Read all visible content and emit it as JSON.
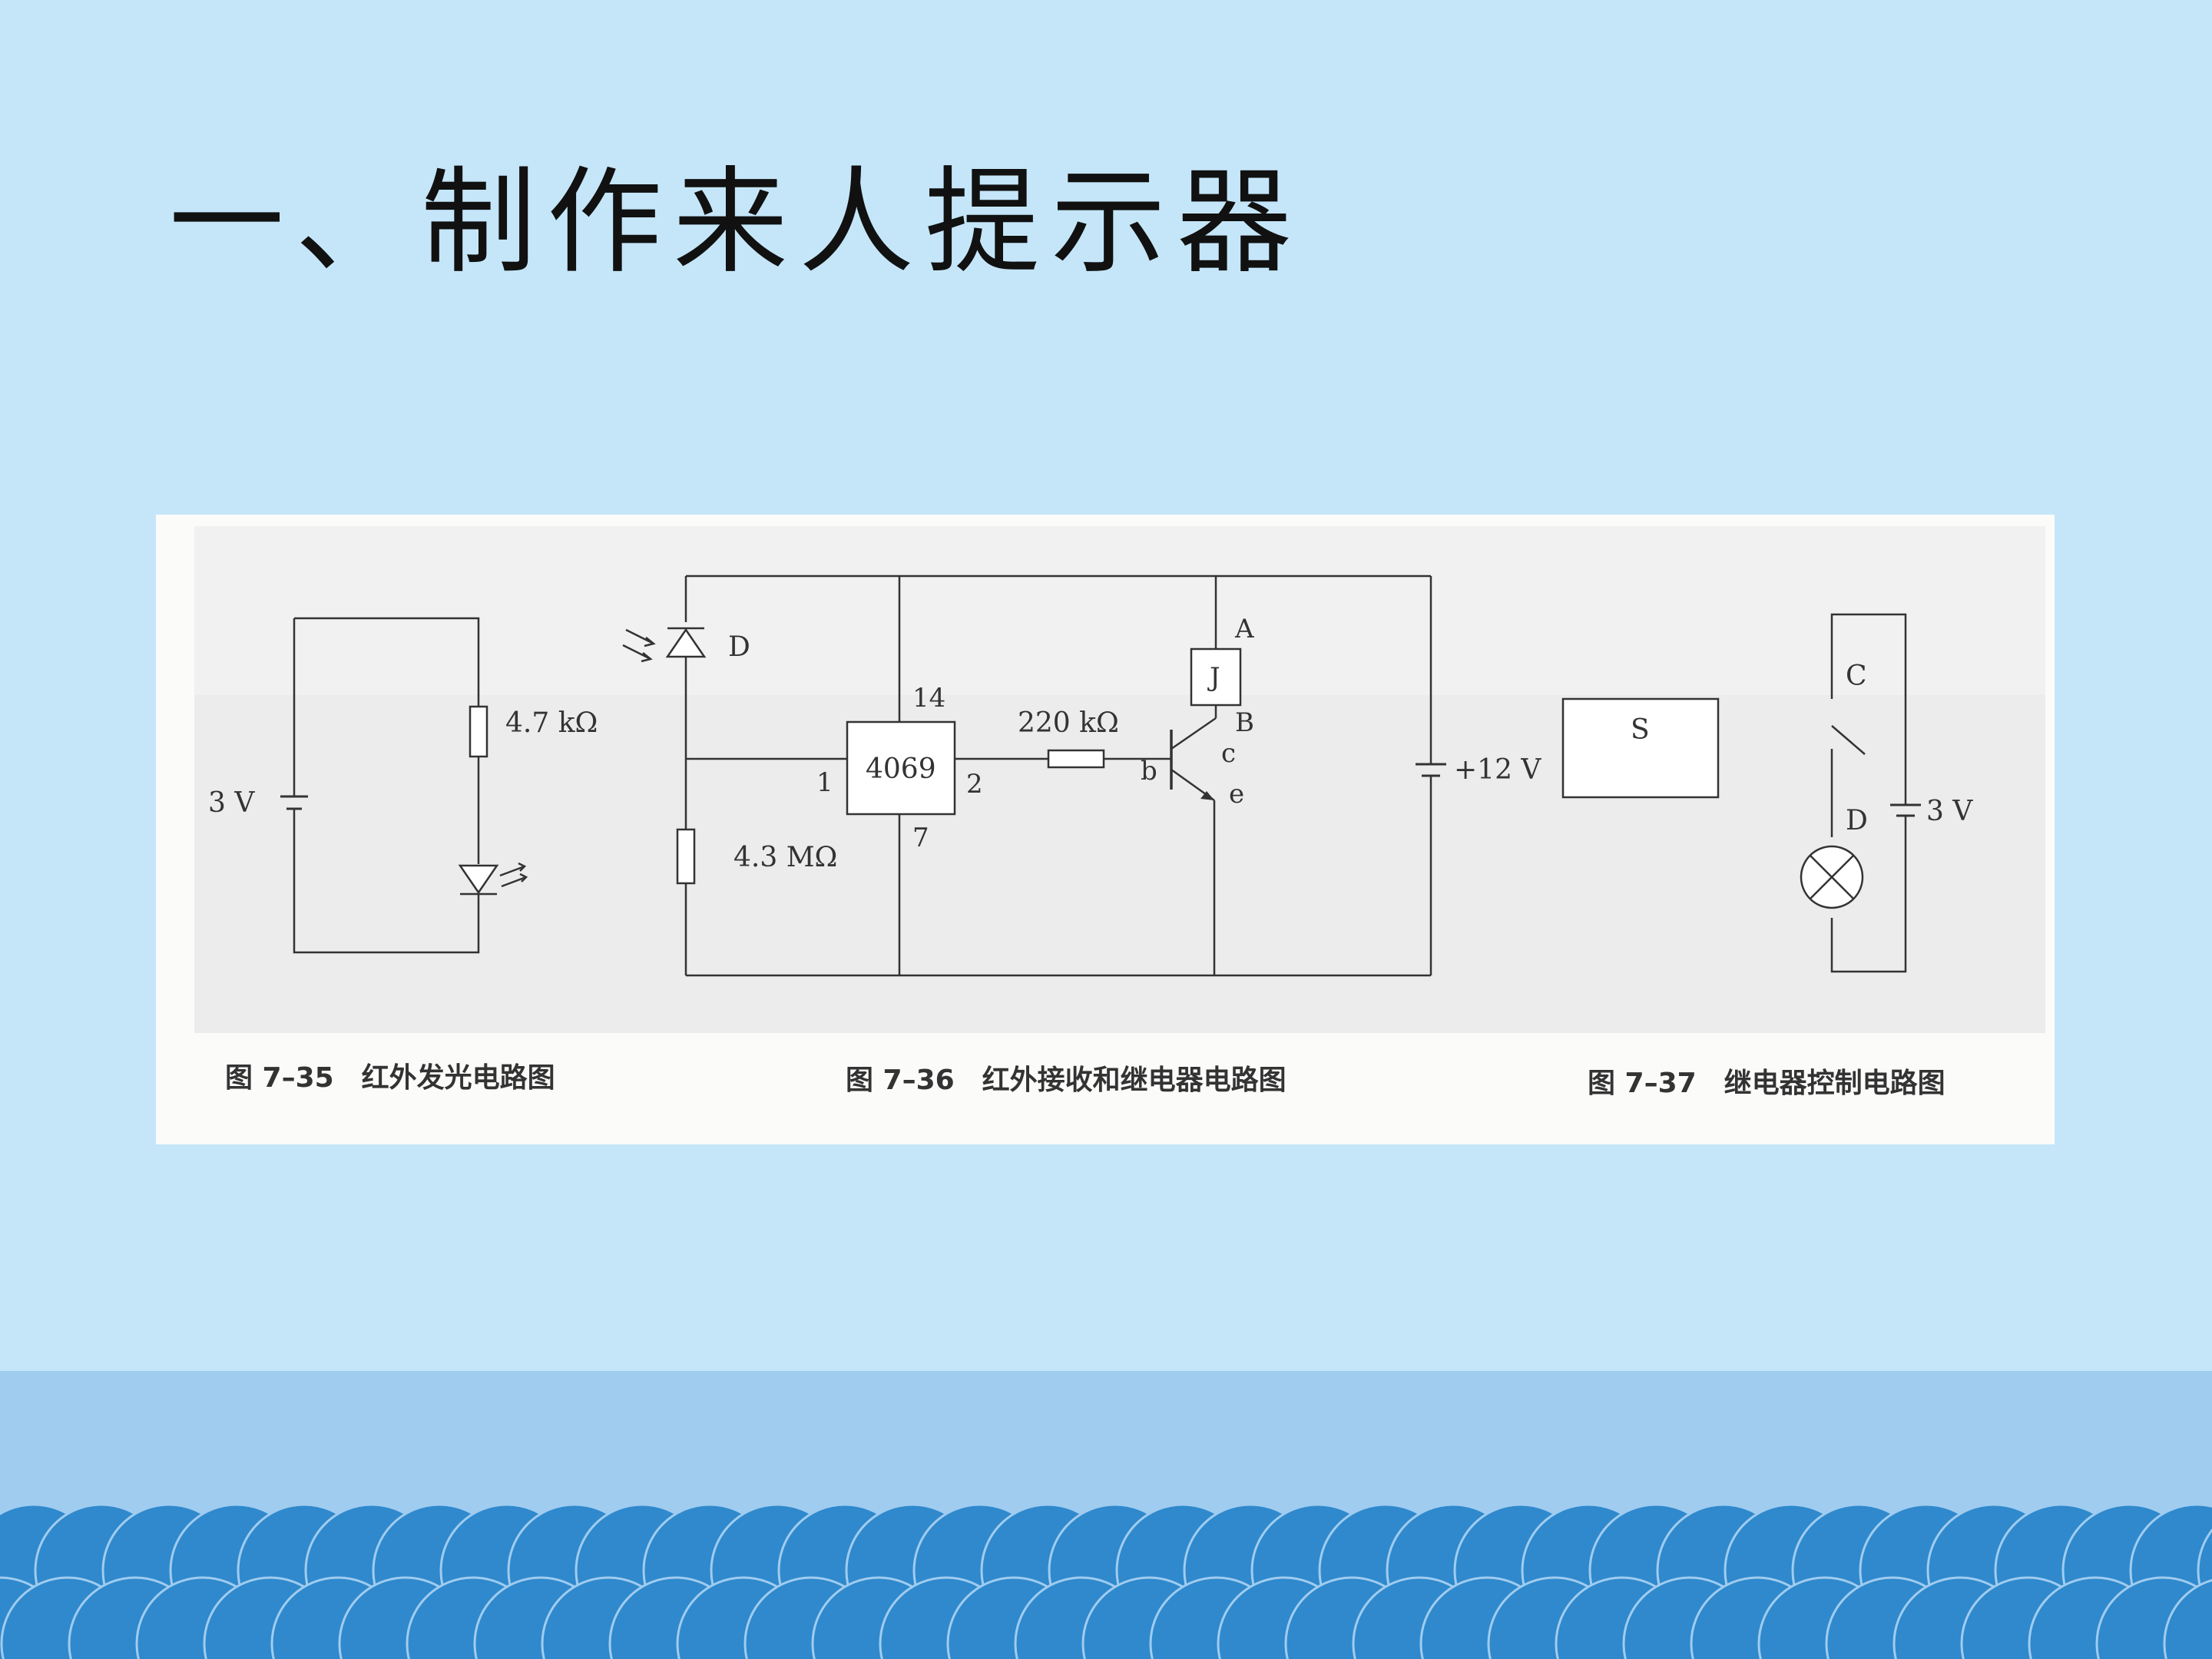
{
  "slide": {
    "title": "一、制作来人提示器",
    "colors": {
      "background": "#c5e6f9",
      "band": "#a0ccf0",
      "wave": "#2f89cc"
    }
  },
  "fig35": {
    "caption": "图 7–35　红外发光电路图",
    "battery_label": "3 V",
    "resistor_label": "4.7 kΩ"
  },
  "fig36": {
    "caption": "图 7–36　红外接收和继电器电路图",
    "diode_label": "D",
    "ic_label": "4069",
    "pin1": "1",
    "pin2": "2",
    "pin7": "7",
    "pin14": "14",
    "resistor_in_label": "220 kΩ",
    "resistor_bias_label": "4.3 MΩ",
    "relay_label": "J",
    "terminal_a": "A",
    "terminal_b": "B",
    "transistor_b": "b",
    "transistor_c": "c",
    "transistor_e": "e",
    "supply_label": "+12 V"
  },
  "fig37": {
    "caption": "图 7–37　继电器控制电路图",
    "switch_label": "S",
    "terminal_c": "C",
    "terminal_d": "D",
    "battery_label": "3 V"
  }
}
